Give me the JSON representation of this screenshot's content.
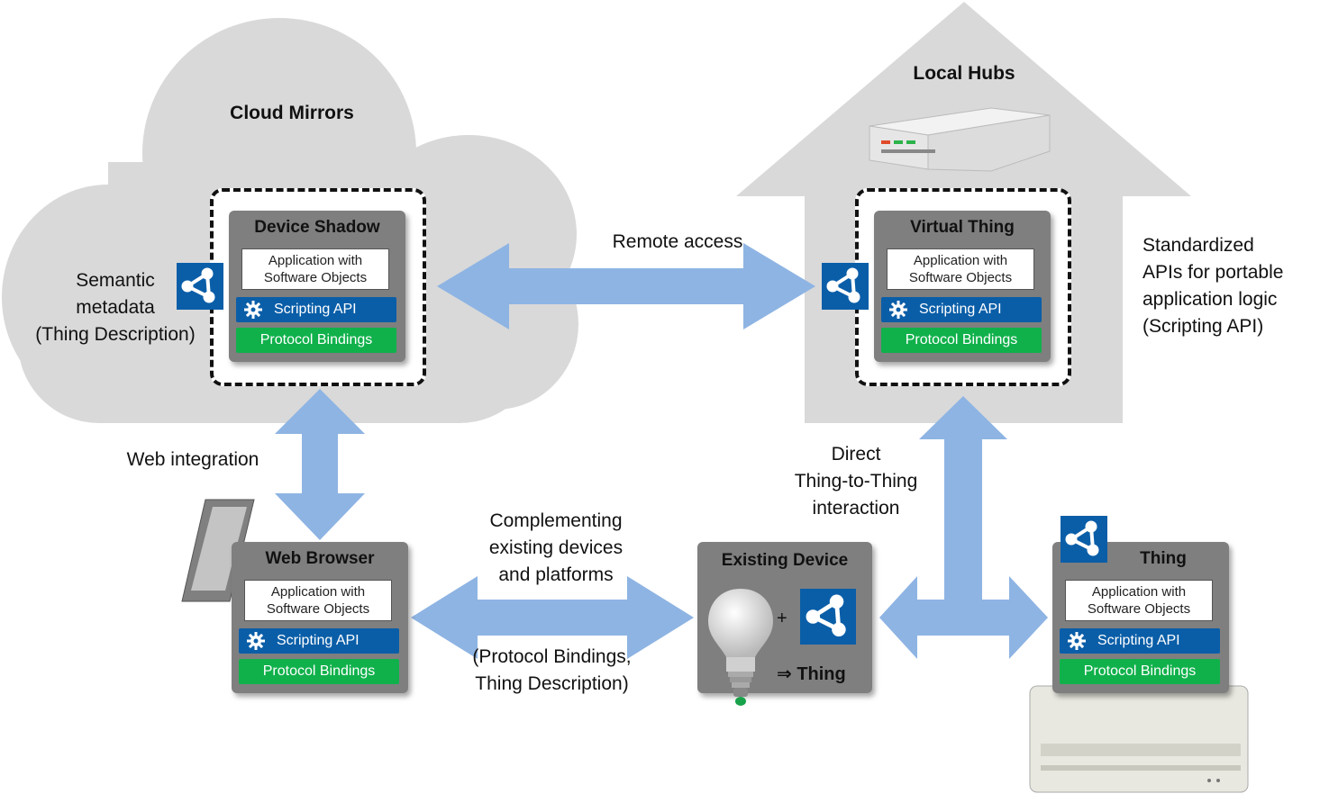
{
  "labels": {
    "cloud_mirrors": "Cloud Mirrors",
    "local_hubs": "Local Hubs",
    "remote_access": "Remote access",
    "semantic_metadata": [
      "Semantic",
      "metadata",
      "(Thing Description)"
    ],
    "standardized_apis": [
      "Standardized",
      "APIs for portable",
      "application logic",
      "(Scripting API)"
    ],
    "web_integration": "Web integration",
    "direct_interaction": [
      "Direct",
      "Thing-to-Thing",
      "interaction"
    ],
    "complementing": [
      "Complementing",
      "existing devices",
      "and platforms"
    ],
    "protocol_td": [
      "(Protocol Bindings,",
      "Thing Description)"
    ]
  },
  "boxes": {
    "device_shadow": {
      "title": "Device Shadow",
      "app": [
        "Application with",
        "Software Objects"
      ],
      "api": "Scripting API",
      "bindings": "Protocol Bindings"
    },
    "virtual_thing": {
      "title": "Virtual Thing",
      "app": [
        "Application with",
        "Software Objects"
      ],
      "api": "Scripting API",
      "bindings": "Protocol Bindings"
    },
    "web_browser": {
      "title": "Web Browser",
      "app": [
        "Application with",
        "Software Objects"
      ],
      "api": "Scripting API",
      "bindings": "Protocol Bindings"
    },
    "thing": {
      "title": "Thing",
      "app": [
        "Application with",
        "Software Objects"
      ],
      "api": "Scripting API",
      "bindings": "Protocol Bindings"
    }
  },
  "existing_device": {
    "title": "Existing Device",
    "plus": "+",
    "result": "⇒ Thing"
  },
  "colors": {
    "cloud": "#d9d9d9",
    "house": "#d9d9d9",
    "arrow": "#8eb4e3",
    "box": "#7f7f7f",
    "api": "#0a5ea8",
    "bindings": "#10b14b",
    "icon": "#0a5ea8"
  },
  "icons": [
    "cloud-shape",
    "house-shape",
    "hub-router-image",
    "tablet-image",
    "light-bulb-image",
    "air-conditioner-image",
    "thing-description-icon",
    "gear-icon"
  ]
}
